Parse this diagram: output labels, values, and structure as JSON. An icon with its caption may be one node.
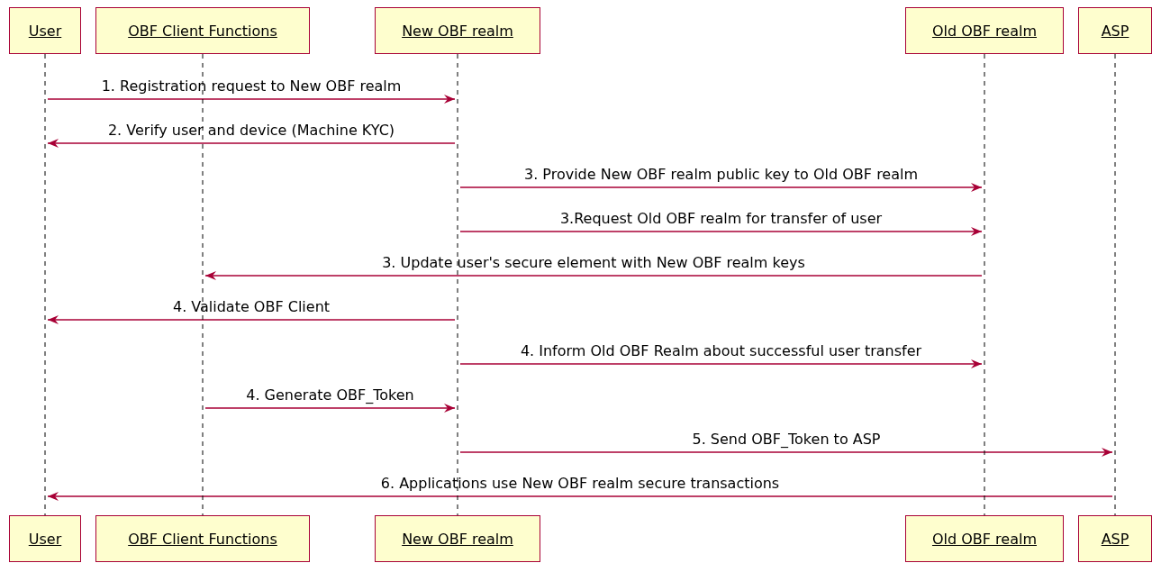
{
  "diagram": {
    "nodes": [
      {
        "text": [
          "User"
        ]
      },
      {
        "text": [
          "OBF Client Functions"
        ]
      },
      {
        "text": [
          "New OBF realm"
        ]
      },
      {
        "text": [
          "Old OBF realm"
        ]
      },
      {
        "text": [
          "ASP"
        ]
      },
      {
        "text": [],
        "shape": "line"
      },
      {
        "text": [],
        "shape": "line"
      },
      {
        "text": [],
        "shape": "line"
      },
      {
        "text": [],
        "shape": "line"
      },
      {
        "text": [],
        "shape": "line"
      },
      {
        "text": [
          "User"
        ]
      },
      {
        "text": [
          "OBF Client Functions"
        ]
      },
      {
        "text": [
          "New OBF realm"
        ]
      },
      {
        "text": [
          "Old OBF realm"
        ]
      },
      {
        "text": [
          "ASP"
        ]
      }
    ],
    "edges": [
      {
        "from": 5,
        "to": 7,
        "arrow": "to",
        "label": "1. Registration request to New OBF realm"
      },
      {
        "from": 7,
        "to": 5,
        "arrow": "to",
        "label": "2. Verify user and device (Machine KYC)"
      },
      {
        "from": 7,
        "to": 8,
        "arrow": "to",
        "label": "3. Provide New OBF realm public key to Old OBF realm"
      },
      {
        "from": 7,
        "to": 8,
        "arrow": "to",
        "label": "3.Request Old OBF realm for transfer of user"
      },
      {
        "from": 8,
        "to": 6,
        "arrow": "to",
        "label": "3. Update user's secure element with New OBF realm keys"
      },
      {
        "from": 7,
        "to": 5,
        "arrow": "to",
        "label": "4. Validate OBF Client"
      },
      {
        "from": 7,
        "to": 8,
        "arrow": "to",
        "label": "4. Inform Old OBF Realm about successful user transfer"
      },
      {
        "from": 6,
        "to": 7,
        "arrow": "to",
        "label": "4. Generate OBF_Token"
      },
      {
        "from": 7,
        "to": 9,
        "arrow": "to",
        "label": "5. Send OBF_Token to ASP"
      },
      {
        "from": 9,
        "to": 5,
        "arrow": "to",
        "label": "6. Applications use New OBF realm secure transactions"
      }
    ]
  }
}
